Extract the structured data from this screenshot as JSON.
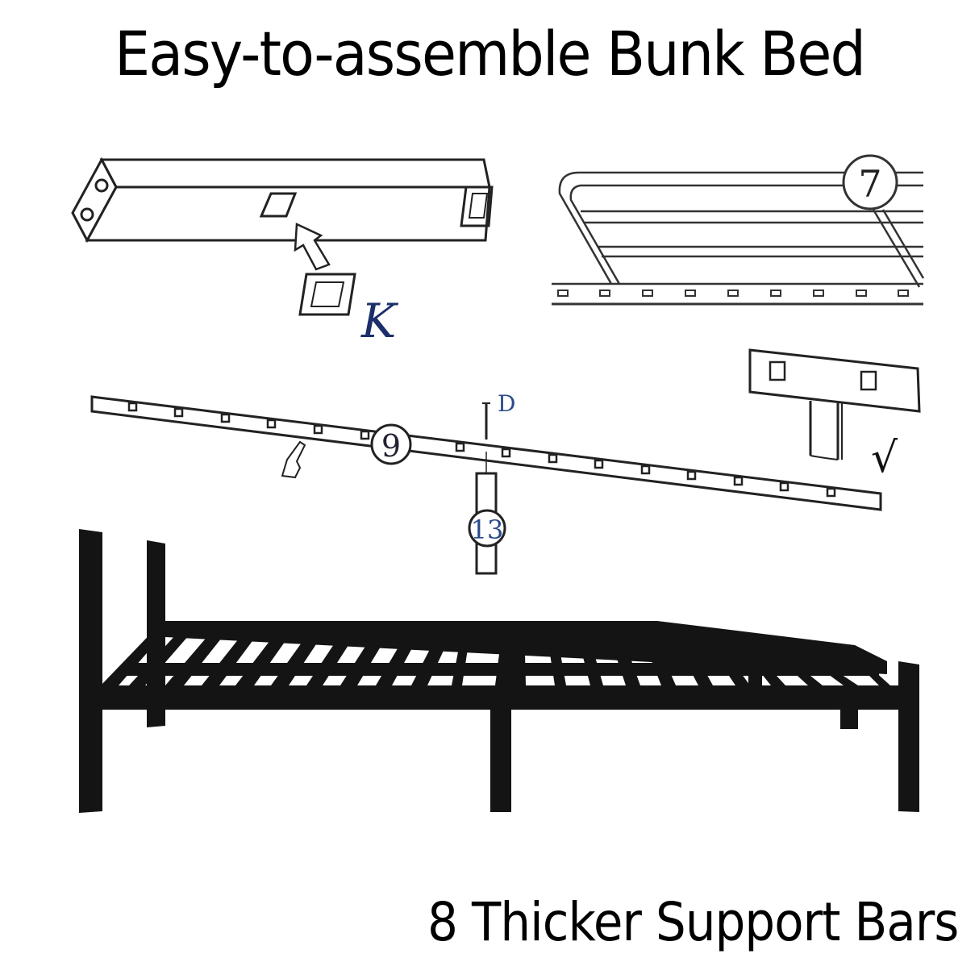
{
  "header": {
    "title": "Easy-to-assemble Bunk Bed"
  },
  "footer": {
    "caption": "8 Thicker Support Bars"
  },
  "diagram": {
    "step_tube": {
      "part_label": "K"
    },
    "step_guardrail": {
      "part_label": "7"
    },
    "step_rail": {
      "part_label": "9",
      "screw_label": "D",
      "post_label": "13",
      "check_mark": "√"
    },
    "colors": {
      "line": "#222222",
      "bed_frame": "#111111",
      "label_blue": "#2a4a8a"
    }
  }
}
